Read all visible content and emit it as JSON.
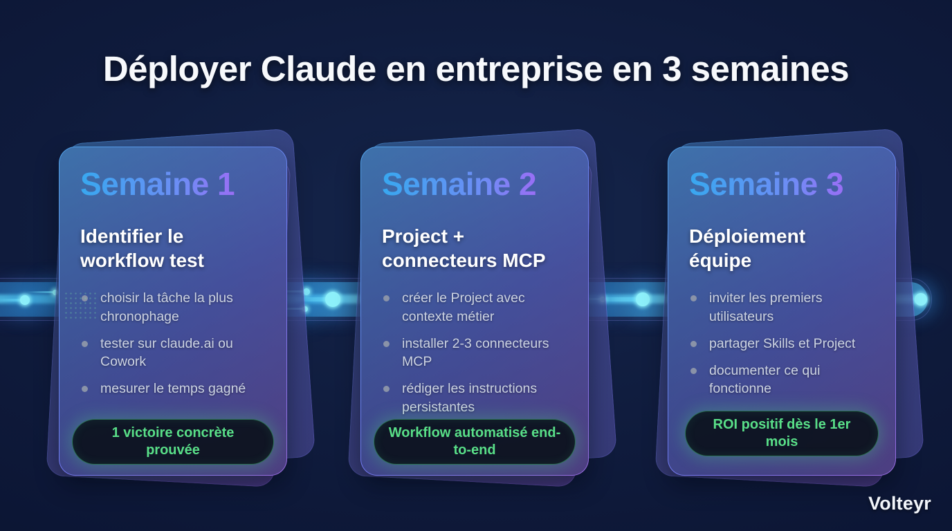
{
  "slide": {
    "title": "Déployer Claude en entreprise en 3 semaines",
    "logo_text": "Volteyr"
  },
  "colors": {
    "background_navy": "#0d1a38",
    "week_gradient_blue": "#38a8f0",
    "week_gradient_purple": "#b45cf5",
    "badge_green": "#59df88",
    "beam_cyan": "#8df0fa",
    "bullet_text": "#ccd3e2"
  },
  "cards": [
    {
      "week": "Semaine 1",
      "subtitle": "Identifier le workflow test",
      "bullets": [
        "choisir la tâche la plus chronophage",
        "tester sur claude.ai ou Cowork",
        "mesurer le temps gagné"
      ],
      "badge": "1 victoire concrète prouvée"
    },
    {
      "week": "Semaine 2",
      "subtitle": "Project + connecteurs MCP",
      "bullets": [
        "créer le Project avec contexte métier",
        "installer 2-3 connecteurs MCP",
        "rédiger les instructions persistantes"
      ],
      "badge": "Workflow automatisé end-to-end"
    },
    {
      "week": "Semaine 3",
      "subtitle": "Déploiement équipe",
      "bullets": [
        "inviter les premiers utilisateurs",
        "partager Skills et Project",
        "documenter ce qui fonctionne"
      ],
      "badge": "ROI positif dès le 1er mois"
    }
  ]
}
